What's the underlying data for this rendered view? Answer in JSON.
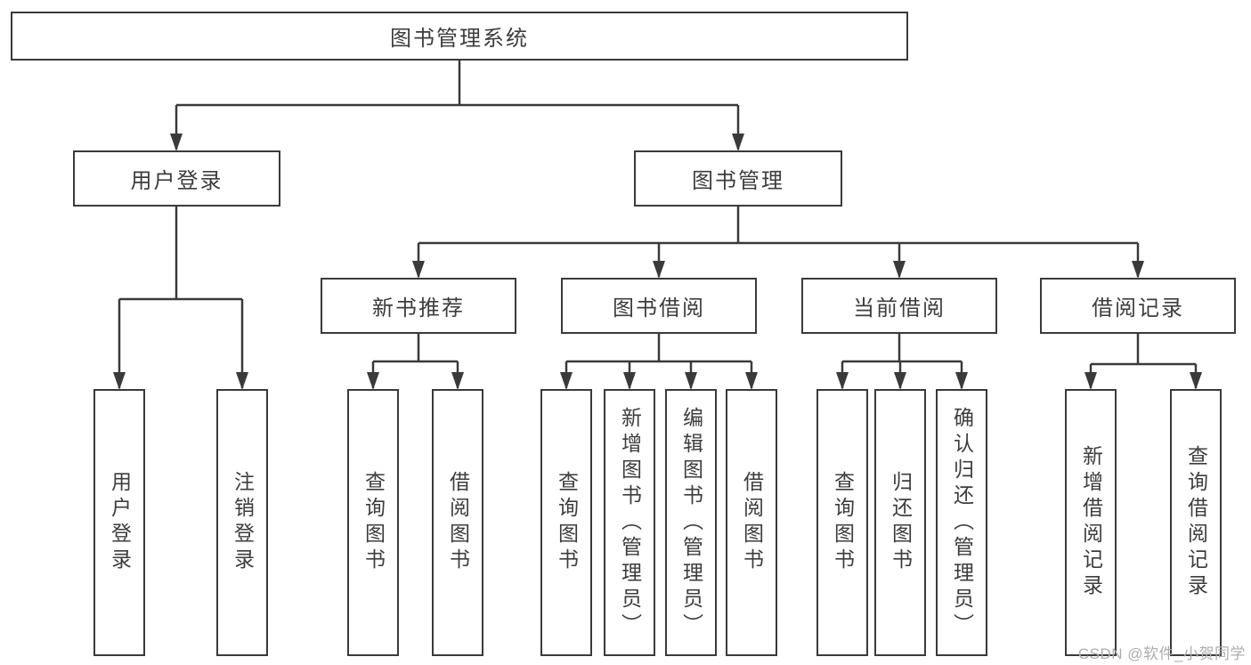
{
  "diagram": {
    "type": "tree",
    "root": {
      "label": "图书管理系统",
      "children": [
        {
          "label": "用户登录",
          "children": [
            {
              "label": "用户登录"
            },
            {
              "label": "注销登录"
            }
          ]
        },
        {
          "label": "图书管理",
          "children": [
            {
              "label": "新书推荐",
              "children": [
                {
                  "label": "查询图书"
                },
                {
                  "label": "借阅图书"
                }
              ]
            },
            {
              "label": "图书借阅",
              "children": [
                {
                  "label": "查询图书"
                },
                {
                  "label": "新增图书（管理员）"
                },
                {
                  "label": "编辑图书（管理员）"
                },
                {
                  "label": "借阅图书"
                }
              ]
            },
            {
              "label": "当前借阅",
              "children": [
                {
                  "label": "查询图书"
                },
                {
                  "label": "归还图书"
                },
                {
                  "label": "确认归还（管理员）"
                }
              ]
            },
            {
              "label": "借阅记录",
              "children": [
                {
                  "label": "新增借阅记录"
                },
                {
                  "label": "查询借阅记录"
                }
              ]
            }
          ]
        }
      ]
    },
    "watermark": "CSDN @软件_小贺同学",
    "colors": {
      "line": "#3a3a3a",
      "box_border": "#3a3a3a",
      "text": "#3d3d3d",
      "background": "#ffffff",
      "watermark": "#adadad"
    }
  }
}
